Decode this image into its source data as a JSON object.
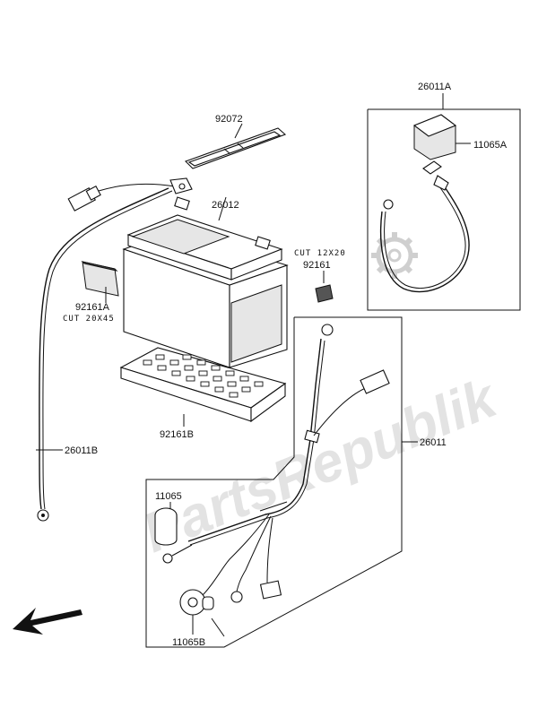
{
  "watermark": "PartsRepublik",
  "parts": {
    "strap": "92072",
    "battery": "26012",
    "pad_a": "92161A",
    "pad_a_cut": "CUT 20X45",
    "pad_small": "92161",
    "pad_small_cut": "CUT 12X20",
    "tray": "92161B",
    "ground_cable": "26011B",
    "cable_set_a": "26011A",
    "cap_a": "11065A",
    "harness": "26011",
    "cap": "11065",
    "cap_b": "11065B"
  },
  "icons": {
    "watermark_gear": "gear-icon",
    "direction": "front-arrow-icon"
  }
}
